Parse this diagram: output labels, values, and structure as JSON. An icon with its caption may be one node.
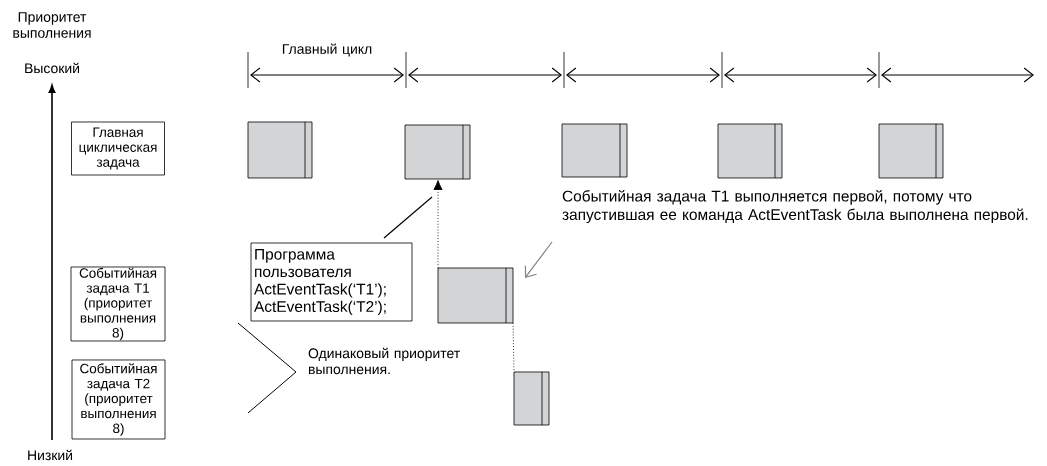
{
  "diagram": {
    "nodes": [
      {
        "text": [
          "Главная циклическая задача"
        ]
      },
      {
        "text": [
          "Событийная задача Т1 (приоритет выполнения 8)"
        ]
      },
      {
        "text": [
          "Событийная задача Т2 (приоритет выполнения 8)"
        ]
      },
      {
        "text": [
          "Программа пользователя ActEventTask(‘T1’); ActEventTask(‘T2’);"
        ]
      },
      {
        "text": [],
        "shape": "box"
      },
      {
        "text": [],
        "shape": "box"
      },
      {
        "text": [],
        "shape": "box"
      },
      {
        "text": [],
        "shape": "box"
      },
      {
        "text": [],
        "shape": "box"
      },
      {
        "text": [],
        "shape": "box"
      },
      {
        "text": [],
        "shape": "box"
      },
      {
        "text": [
          "Событийная задача T1 выполняется первой, потому что запустившая ее команда ActEventTask была выполнена первой."
        ]
      }
    ],
    "edges": [
      {
        "from": 9,
        "to": 5,
        "arrow": "to",
        "style": "dashed"
      },
      {
        "from": 9,
        "to": 10,
        "arrow": "none",
        "style": "dashed"
      },
      {
        "from": 3,
        "to": null,
        "arrow": "none"
      },
      {
        "from": 11,
        "to": 9,
        "arrow": "to",
        "color": "#808080"
      }
    ],
    "labels": [
      "Приоритет выполнения",
      "Высокий",
      "Главный цикл",
      "Одинаковый приоритет выполнения.",
      "Низкий"
    ]
  }
}
